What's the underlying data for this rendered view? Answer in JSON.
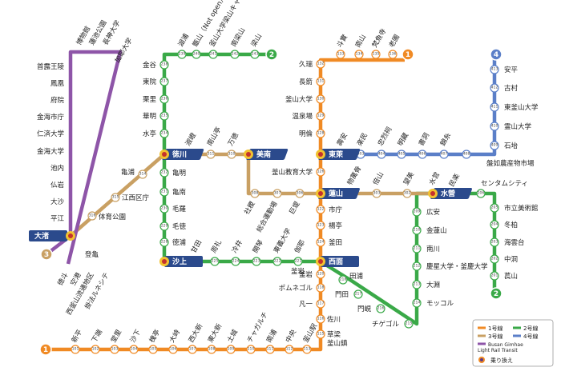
{
  "colors": {
    "line1": "#F08A24",
    "line2": "#3AA948",
    "line3": "#C9A063",
    "line4": "#5B7FC8",
    "bgl": "#8E55A8",
    "transfer": "#2B4A8C"
  },
  "stations": [
    {
      "id": "s101",
      "code": "101",
      "name": "新平",
      "line": "1"
    },
    {
      "id": "s102",
      "code": "102",
      "name": "下端",
      "line": "1"
    },
    {
      "id": "s103",
      "code": "103",
      "name": "堂里",
      "line": "1"
    },
    {
      "id": "s104",
      "code": "104",
      "name": "沙下",
      "line": "1"
    },
    {
      "id": "s105",
      "code": "105",
      "name": "槐亭",
      "line": "1"
    },
    {
      "id": "s106",
      "code": "106",
      "name": "大峙",
      "line": "1"
    },
    {
      "id": "s107",
      "code": "107",
      "name": "西大新",
      "line": "1"
    },
    {
      "id": "s108",
      "code": "108",
      "name": "東大新",
      "line": "1"
    },
    {
      "id": "s109",
      "code": "109",
      "name": "土城",
      "line": "1"
    },
    {
      "id": "s110",
      "code": "110",
      "name": "チャガルチ",
      "line": "1"
    },
    {
      "id": "s111",
      "code": "111",
      "name": "南浦",
      "line": "1"
    },
    {
      "id": "s112",
      "code": "112",
      "name": "中央",
      "line": "1"
    },
    {
      "id": "s113",
      "code": "113",
      "name": "釜山駅",
      "line": "1"
    },
    {
      "id": "s114",
      "code": "114",
      "name": "草梁",
      "line": "1"
    },
    {
      "id": "s115",
      "code": "115",
      "name": "釜山鎮",
      "line": "1"
    },
    {
      "id": "s116",
      "code": "116",
      "name": "佐川",
      "line": "1"
    },
    {
      "id": "s117",
      "code": "117",
      "name": "凡一",
      "line": "1"
    },
    {
      "id": "s118",
      "code": "118",
      "name": "ポムネゴル",
      "line": "1"
    },
    {
      "id": "s120",
      "code": "120",
      "name": "釜岩",
      "line": "1"
    },
    {
      "id": "s122",
      "code": "122",
      "name": "市庁",
      "line": "1"
    },
    {
      "id": "s123",
      "code": "123",
      "name": "楊亭",
      "line": "1"
    },
    {
      "id": "s124",
      "code": "124",
      "name": "釜田",
      "line": "1"
    },
    {
      "id": "s126",
      "code": "126",
      "name": "釜山教育大学",
      "line": "1"
    },
    {
      "id": "s128",
      "code": "128",
      "name": "明倫",
      "line": "1"
    },
    {
      "id": "s129",
      "code": "129",
      "name": "温泉場",
      "line": "1"
    },
    {
      "id": "s130",
      "code": "130",
      "name": "釜山大学",
      "line": "1"
    },
    {
      "id": "s131",
      "code": "131",
      "name": "長箭",
      "line": "1"
    },
    {
      "id": "s132",
      "code": "132",
      "name": "久瑞",
      "line": "1"
    },
    {
      "id": "s133",
      "code": "133",
      "name": "斗實",
      "line": "1"
    },
    {
      "id": "s134",
      "code": "134",
      "name": "南山",
      "line": "1"
    },
    {
      "id": "s135",
      "code": "135",
      "name": "梵魚寺",
      "line": "1"
    },
    {
      "id": "s136",
      "code": "136",
      "name": "老圃",
      "line": "1"
    },
    {
      "id": "s201",
      "code": "201",
      "name": "萇山",
      "line": "2"
    },
    {
      "id": "s202",
      "code": "202",
      "name": "中洞",
      "line": "2"
    },
    {
      "id": "s203",
      "code": "203",
      "name": "海雲台",
      "line": "2"
    },
    {
      "id": "s204",
      "code": "204",
      "name": "冬柏",
      "line": "2"
    },
    {
      "id": "s205",
      "code": "205",
      "name": "市立美術館",
      "line": "2"
    },
    {
      "id": "s206",
      "code": "206",
      "name": "センタムシティ",
      "line": "2"
    },
    {
      "id": "s207",
      "code": "207",
      "name": "民楽",
      "line": "2"
    },
    {
      "id": "s209",
      "code": "209",
      "name": "広安",
      "line": "2"
    },
    {
      "id": "s210",
      "code": "210",
      "name": "金蓮山",
      "line": "2"
    },
    {
      "id": "s211",
      "code": "211",
      "name": "南川",
      "line": "2"
    },
    {
      "id": "s212",
      "code": "212",
      "name": "慶星大学・釜慶大学",
      "line": "2"
    },
    {
      "id": "s213",
      "code": "213",
      "name": "大淵",
      "line": "2"
    },
    {
      "id": "s214",
      "code": "214",
      "name": "モッコル",
      "line": "2"
    },
    {
      "id": "s215",
      "code": "215",
      "name": "チゲゴル",
      "line": "2"
    },
    {
      "id": "s216",
      "code": "216",
      "name": "門峴",
      "line": "2"
    },
    {
      "id": "s217",
      "code": "217",
      "name": "門田",
      "line": "2"
    },
    {
      "id": "s218",
      "code": "218",
      "name": "田浦",
      "line": "2"
    },
    {
      "id": "s220",
      "code": "220",
      "name": "釜岩",
      "line": "2"
    },
    {
      "id": "s221",
      "code": "221",
      "name": "伽耶",
      "line": "2"
    },
    {
      "id": "s222",
      "code": "222",
      "name": "東義大学",
      "line": "2"
    },
    {
      "id": "s223",
      "code": "223",
      "name": "開琴",
      "line": "2"
    },
    {
      "id": "s224",
      "code": "224",
      "name": "冷井",
      "line": "2"
    },
    {
      "id": "s225",
      "code": "225",
      "name": "周礼",
      "line": "2"
    },
    {
      "id": "s226",
      "code": "226",
      "name": "甘田",
      "line": "2"
    },
    {
      "id": "s228",
      "code": "228",
      "name": "徳浦",
      "line": "2"
    },
    {
      "id": "s229",
      "code": "229",
      "name": "毛徳",
      "line": "2"
    },
    {
      "id": "s230",
      "code": "230",
      "name": "毛羅",
      "line": "2"
    },
    {
      "id": "s231",
      "code": "231",
      "name": "亀南",
      "line": "2"
    },
    {
      "id": "s232",
      "code": "232",
      "name": "亀明",
      "line": "2"
    },
    {
      "id": "s234",
      "code": "234",
      "name": "水亭",
      "line": "2"
    },
    {
      "id": "s235",
      "code": "235",
      "name": "華明",
      "line": "2"
    },
    {
      "id": "s236",
      "code": "236",
      "name": "栗里",
      "line": "2"
    },
    {
      "id": "s237",
      "code": "237",
      "name": "東院",
      "line": "2"
    },
    {
      "id": "s238",
      "code": "238",
      "name": "金谷",
      "line": "2"
    },
    {
      "id": "s239",
      "code": "239",
      "name": "湖浦",
      "line": "2"
    },
    {
      "id": "s240",
      "code": "240",
      "name": "甑山（Not open）",
      "line": "2"
    },
    {
      "id": "s241",
      "code": "241",
      "name": "釜山大学梁山キャンパス",
      "line": "2"
    },
    {
      "id": "s242",
      "code": "242",
      "name": "南梁山",
      "line": "2"
    },
    {
      "id": "s243",
      "code": "243",
      "name": "梁山",
      "line": "2"
    },
    {
      "id": "s301",
      "code": "301",
      "name": "水営",
      "line": "3"
    },
    {
      "id": "s302",
      "code": "302",
      "name": "望美",
      "line": "3"
    },
    {
      "id": "s303",
      "code": "303",
      "name": "倍山",
      "line": "3"
    },
    {
      "id": "s304",
      "code": "304",
      "name": "物萬骨",
      "line": "3"
    },
    {
      "id": "s306",
      "code": "306",
      "name": "巨堤",
      "line": "3"
    },
    {
      "id": "s307",
      "code": "307",
      "name": "総合運動場",
      "line": "3"
    },
    {
      "id": "s308",
      "code": "308",
      "name": "社稷",
      "line": "3"
    },
    {
      "id": "s310",
      "code": "310",
      "name": "万徳",
      "line": "3"
    },
    {
      "id": "s311",
      "code": "311",
      "name": "南山亭",
      "line": "3"
    },
    {
      "id": "s312",
      "code": "312",
      "name": "淑嶝",
      "line": "3"
    },
    {
      "id": "s314",
      "code": "314",
      "name": "亀浦",
      "line": "3"
    },
    {
      "id": "s315",
      "code": "315",
      "name": "江西区庁",
      "line": "3"
    },
    {
      "id": "s316",
      "code": "316",
      "name": "体育公園",
      "line": "3"
    },
    {
      "id": "s402",
      "code": "402",
      "name": "壽安",
      "line": "4"
    },
    {
      "id": "s403",
      "code": "403",
      "name": "楽民",
      "line": "4"
    },
    {
      "id": "s404",
      "code": "404",
      "name": "忠烈祠",
      "line": "4"
    },
    {
      "id": "s405",
      "code": "405",
      "name": "明藏",
      "line": "4"
    },
    {
      "id": "s406",
      "code": "406",
      "name": "書洞",
      "line": "4"
    },
    {
      "id": "s407",
      "code": "407",
      "name": "錦糸",
      "line": "4"
    },
    {
      "id": "s408",
      "code": "408",
      "name": "盤如農産物市場",
      "line": "4"
    },
    {
      "id": "s409",
      "code": "409",
      "name": "石坮",
      "line": "4"
    },
    {
      "id": "s410",
      "code": "410",
      "name": "霊山大学",
      "line": "4"
    },
    {
      "id": "s411",
      "code": "411",
      "name": "東釜山大学",
      "line": "4"
    },
    {
      "id": "s412",
      "code": "412",
      "name": "古村",
      "line": "4"
    },
    {
      "id": "s413",
      "code": "413",
      "name": "安平",
      "line": "4"
    },
    {
      "id": "b1",
      "code": "",
      "name": "博物館",
      "line": "bgl"
    },
    {
      "id": "b2",
      "code": "",
      "name": "蓮池公園",
      "line": "bgl"
    },
    {
      "id": "b3",
      "code": "",
      "name": "長神大学",
      "line": "bgl"
    },
    {
      "id": "b4",
      "code": "",
      "name": "加耶大学",
      "line": "bgl"
    },
    {
      "id": "b5",
      "code": "",
      "name": "首露王陵",
      "line": "bgl"
    },
    {
      "id": "b6",
      "code": "",
      "name": "鳳凰",
      "line": "bgl"
    },
    {
      "id": "b7",
      "code": "",
      "name": "府院",
      "line": "bgl"
    },
    {
      "id": "b8",
      "code": "",
      "name": "金海市庁",
      "line": "bgl"
    },
    {
      "id": "b9",
      "code": "",
      "name": "仁済大学",
      "line": "bgl"
    },
    {
      "id": "b10",
      "code": "",
      "name": "金海大学",
      "line": "bgl"
    },
    {
      "id": "b11",
      "code": "",
      "name": "池内",
      "line": "bgl"
    },
    {
      "id": "b12",
      "code": "",
      "name": "仏岩",
      "line": "bgl"
    },
    {
      "id": "b13",
      "code": "",
      "name": "大沙",
      "line": "bgl"
    },
    {
      "id": "b14",
      "code": "",
      "name": "平江",
      "line": "bgl"
    },
    {
      "id": "b15",
      "code": "",
      "name": "登亀",
      "line": "bgl"
    },
    {
      "id": "b16",
      "code": "",
      "name": "徳斗",
      "line": "bgl"
    },
    {
      "id": "b17",
      "code": "",
      "name": "空港",
      "line": "bgl"
    },
    {
      "id": "b18",
      "code": "",
      "name": "西釜山流通地区",
      "line": "bgl"
    },
    {
      "id": "b19",
      "code": "",
      "name": "掛法ルネシテ",
      "line": "bgl"
    }
  ],
  "transfers": [
    {
      "id": "t-daejeo",
      "name": "大渚"
    },
    {
      "id": "t-sasang",
      "name": "沙上"
    },
    {
      "id": "t-deokcheon",
      "name": "徳川"
    },
    {
      "id": "t-minam",
      "name": "美南"
    },
    {
      "id": "t-dongnae",
      "name": "東萊"
    },
    {
      "id": "t-yeonsan",
      "name": "蓮山"
    },
    {
      "id": "t-suyeong",
      "name": "水營"
    },
    {
      "id": "t-seomyeon",
      "name": "西面"
    }
  ],
  "terminals": [
    {
      "id": "tm1a",
      "label": "1"
    },
    {
      "id": "tm1b",
      "label": "1"
    },
    {
      "id": "tm2a",
      "label": "2"
    },
    {
      "id": "tm2b",
      "label": "2"
    },
    {
      "id": "tm3",
      "label": "3"
    },
    {
      "id": "tm4",
      "label": "4"
    }
  ],
  "legend": {
    "line1": "1号線",
    "line2": "2号線",
    "line3": "3号線",
    "line4": "4号線",
    "bgl1": "Busan Gimhae",
    "bgl2": "Light Rail Transit",
    "transfer": "乗り換え"
  }
}
